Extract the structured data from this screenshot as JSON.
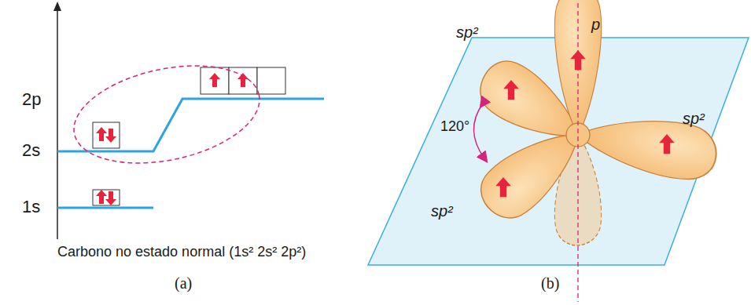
{
  "diagram": {
    "labels": [
      "2p",
      "2s",
      "1s",
      "Carbono no estado normal (1s² 2s² 2p²)",
      "(a)",
      "sp²",
      "p",
      "120°",
      "sp²",
      "sp²",
      "(b)"
    ]
  }
}
